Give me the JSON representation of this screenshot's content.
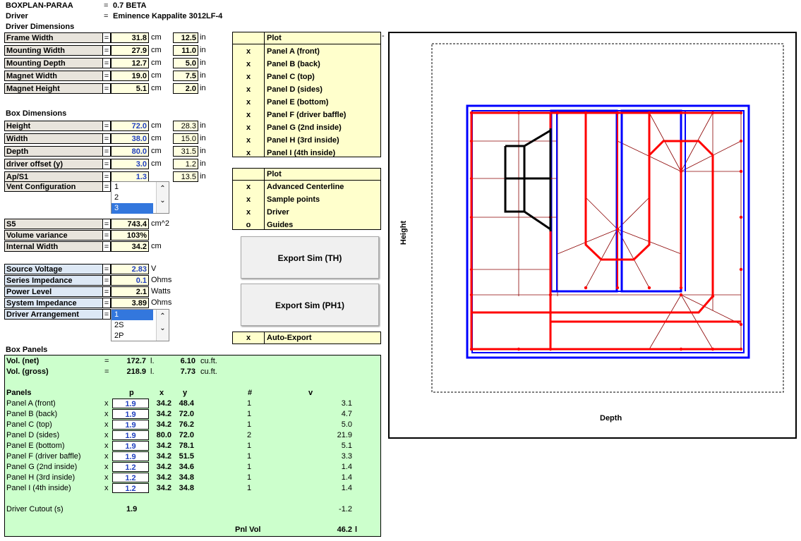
{
  "header": {
    "app_label": "BOXPLAN-PARAA",
    "app_value": "0.7 BETA",
    "driver_label": "Driver",
    "driver_value": "Eminence Kappalite 3012LF-4",
    "eq": "="
  },
  "driver_dims": {
    "title": "Driver Dimensions",
    "rows": [
      {
        "label": "Frame Width",
        "cm": "31.8",
        "in": "12.5"
      },
      {
        "label": "Mounting Width",
        "cm": "27.9",
        "in": "11.0"
      },
      {
        "label": "Mounting Depth",
        "cm": "12.7",
        "in": "5.0"
      },
      {
        "label": "Magnet Width",
        "cm": "19.0",
        "in": "7.5"
      },
      {
        "label": "Magnet Height",
        "cm": "5.1",
        "in": "2.0"
      }
    ]
  },
  "box_dims": {
    "title": "Box Dimensions",
    "rows": [
      {
        "label": "Height",
        "val": "72.0",
        "unit": "cm",
        "in": "28.3",
        "in_unit": "in"
      },
      {
        "label": "Width",
        "val": "38.0",
        "unit": "cm",
        "in": "15.0",
        "in_unit": "in"
      },
      {
        "label": "Depth",
        "val": "80.0",
        "unit": "cm",
        "in": "31.5",
        "in_unit": "in"
      },
      {
        "label": "driver offset (y)",
        "val": "3.0",
        "unit": "cm",
        "in": "1.2",
        "in_unit": "in"
      },
      {
        "label": "Ap/S1",
        "val": "1.3",
        "unit": "",
        "in": "13.5",
        "in_unit": "in"
      }
    ],
    "vent_label": "Vent Configuration",
    "vent_options": [
      "1",
      "2",
      "3"
    ],
    "vent_selected": "3"
  },
  "volume": {
    "rows": [
      {
        "label": "S5",
        "val": "743.4",
        "unit": "cm^2"
      },
      {
        "label": "Volume variance",
        "val": "103%",
        "unit": ""
      },
      {
        "label": "Internal Width",
        "val": "34.2",
        "unit": "cm"
      }
    ]
  },
  "electrical": {
    "rows": [
      {
        "label": "Source Voltage",
        "val": "2.83",
        "unit": "V"
      },
      {
        "label": "Series Impedance",
        "val": "0.1",
        "unit": "Ohms"
      },
      {
        "label": "Power Level",
        "val": "2.1",
        "unit": "Watts"
      },
      {
        "label": "System Impedance",
        "val": "3.89",
        "unit": "Ohms"
      }
    ],
    "arr_label": "Driver Arrangement",
    "arr_options": [
      "1",
      "2S",
      "2P"
    ],
    "arr_selected": "1"
  },
  "plot_panels": {
    "title": "Plot",
    "items": [
      {
        "mark": "x",
        "label": "Panel A (front)"
      },
      {
        "mark": "x",
        "label": "Panel B (back)"
      },
      {
        "mark": "x",
        "label": "Panel C (top)"
      },
      {
        "mark": "x",
        "label": "Panel D (sides)"
      },
      {
        "mark": "x",
        "label": "Panel E (bottom)"
      },
      {
        "mark": "x",
        "label": "Panel F (driver baffle)"
      },
      {
        "mark": "x",
        "label": "Panel G (2nd inside)"
      },
      {
        "mark": "x",
        "label": "Panel H (3rd inside)"
      },
      {
        "mark": "x",
        "label": "Panel I (4th inside)"
      }
    ]
  },
  "plot_options": {
    "title": "Plot",
    "items": [
      {
        "mark": "x",
        "label": "Advanced Centerline"
      },
      {
        "mark": "x",
        "label": "Sample points"
      },
      {
        "mark": "x",
        "label": "Driver"
      },
      {
        "mark": "o",
        "label": "Guides"
      }
    ]
  },
  "buttons": {
    "export_th": "Export Sim (TH)",
    "export_ph1": "Export Sim (PH1)"
  },
  "auto_export": {
    "mark": "x",
    "label": "Auto-Export"
  },
  "box_panels": {
    "title": "Box Panels",
    "vol_net_label": "Vol. (net)",
    "vol_net_l": "172.7",
    "vol_net_cuft": "6.10",
    "vol_gross_label": "Vol. (gross)",
    "vol_gross_l": "218.9",
    "vol_gross_cuft": "7.73",
    "unit_l": "l.",
    "unit_cuft": "cu.ft.",
    "headers": {
      "panels": "Panels",
      "p": "p",
      "x": "x",
      "y": "y",
      "n": "#",
      "v": "v"
    },
    "rows": [
      {
        "name": "Panel A (front)",
        "mark": "x",
        "p": "1.9",
        "x": "34.2",
        "y": "48.4",
        "n": "1",
        "v": "3.1"
      },
      {
        "name": "Panel B (back)",
        "mark": "x",
        "p": "1.9",
        "x": "34.2",
        "y": "72.0",
        "n": "1",
        "v": "4.7"
      },
      {
        "name": "Panel C (top)",
        "mark": "x",
        "p": "1.9",
        "x": "34.2",
        "y": "76.2",
        "n": "1",
        "v": "5.0"
      },
      {
        "name": "Panel D (sides)",
        "mark": "x",
        "p": "1.9",
        "x": "80.0",
        "y": "72.0",
        "n": "2",
        "v": "21.9"
      },
      {
        "name": "Panel E (bottom)",
        "mark": "x",
        "p": "1.9",
        "x": "34.2",
        "y": "78.1",
        "n": "1",
        "v": "5.1"
      },
      {
        "name": "Panel F (driver baffle)",
        "mark": "x",
        "p": "1.9",
        "x": "34.2",
        "y": "51.5",
        "n": "1",
        "v": "3.3"
      },
      {
        "name": "Panel G (2nd inside)",
        "mark": "x",
        "p": "1.2",
        "x": "34.2",
        "y": "34.6",
        "n": "1",
        "v": "1.4"
      },
      {
        "name": "Panel H (3rd inside)",
        "mark": "x",
        "p": "1.2",
        "x": "34.2",
        "y": "34.8",
        "n": "1",
        "v": "1.4"
      },
      {
        "name": "Panel I (4th inside)",
        "mark": "x",
        "p": "1.2",
        "x": "34.2",
        "y": "34.8",
        "n": "1",
        "v": "1.4"
      }
    ],
    "cutout_label": "Driver Cutout (s)",
    "cutout_p": "1.9",
    "cutout_v": "-1.2",
    "pnl_vol_label": "Pnl Vol",
    "pnl_vol_val": "46.2",
    "pnl_vol_unit": "l"
  },
  "diagram": {
    "xlabel": "Depth",
    "ylabel": "Height",
    "colors": {
      "outer": "#0000ff",
      "path": "#ff0000",
      "driver": "#000000",
      "guide": "#8b0000"
    }
  }
}
